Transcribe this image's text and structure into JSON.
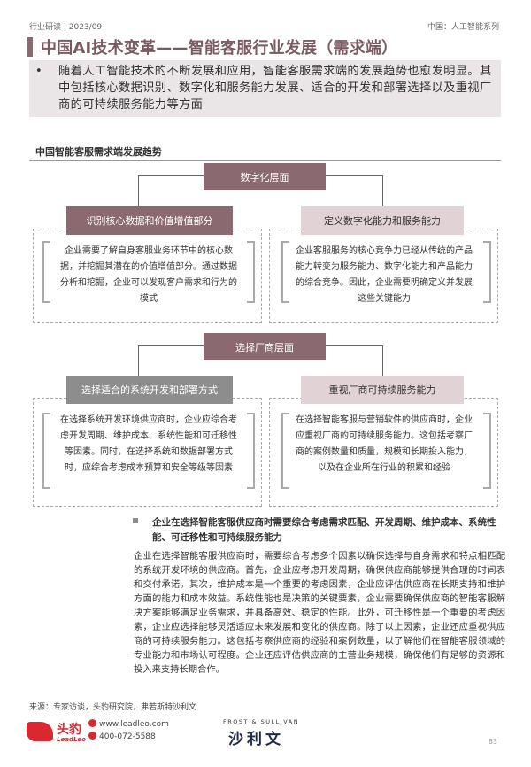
{
  "header": {
    "left": "行业研读 | 2023/09",
    "right": "中国：人工智能系列"
  },
  "title": "中国AI技术变革——智能客服行业发展（需求端）",
  "intro": {
    "bullet": "•",
    "text": "随着人工智能技术的不断发展和应用，智能客服需求端的发展趋势也愈发明显。其中包括核心数据识别、数字化和服务能力发展、适合的开发和部署选择以及重视厂商的可持续服务能力等方面"
  },
  "section_title": "中国智能客服需求端发展趋势",
  "diagram": {
    "group1": {
      "label": "数字化层面",
      "left": {
        "label": "识别核心数据和价值增值部分",
        "text": "企业需要了解自身客服业务环节中的核心数据，并挖掘其潜在的价值增值部分。通过数据分析和挖掘，企业可以发现客户需求和行为的模式"
      },
      "right": {
        "label": "定义数字化能力和服务能力",
        "text": "企业客服服务的核心竞争力已经从传统的产品能力转变为服务能力、数字化能力和产品能力的综合竞争。因此，企业需要明确定义并发展这些关键能力"
      }
    },
    "group2": {
      "label": "选择厂商层面",
      "left": {
        "label": "选择适合的系统开发和部署方式",
        "text": "在选择系统开发环境供应商时，企业应综合考虑开发周期、维护成本、系统性能和可迁移性等因素。同时，在选择系统和数据部署方式时，应综合考虑成本预算和安全等级等因素"
      },
      "right": {
        "label": "重视厂商可持续服务能力",
        "text": "在选择智能客服与营销软件的供应商时，企业应重视厂商的可持续服务能力。这包括考察厂商的案例数量和质量，规模和长期投入能力，以及在企业所在行业的积累和经验"
      }
    }
  },
  "summary": {
    "title": "企业在选择智能客服供应商时需要综合考虑需求匹配、开发周期、维护成本、系统性能、可迁移性和可持续服务能力",
    "body": "企业在选择智能客服供应商时，需要综合考虑多个因素以确保选择与自身需求和特点相匹配的系统开发环境的供应商。首先，企业应考虑开发周期，确保供应商能够提供合理的时间表和交付承诺。其次，维护成本是一个重要的考虑因素，企业应评估供应商在长期支持和维护方面的能力和成本效益。系统性能也是决策的关键要素，企业需要确保供应商的智能客服解决方案能够满足业务需求，并具备高效、稳定的性能。此外，可迁移性是一个重要的考虑因素，企业应选择能够灵活适应未来发展和变化的供应商。除了以上因素，企业还应重视供应商的可持续服务能力。这包括考察供应商的经验和案例数量，以了解他们在智能客服领域的专业能力和市场认可程度。企业还应评估供应商的主营业务规模，确保他们有足够的资源和投入来支持长期合作。"
  },
  "source": "来源：专家访谈，头豹研究院，弗若斯特沙利文",
  "footer": {
    "lead_cn": "头豹",
    "lead_en": "LeadLeo",
    "website": "www.leadleo.com",
    "phone": "400-072-5588",
    "fs_en": "FROST & SULLIVAN",
    "fs_cn": "沙利文",
    "page": "83"
  },
  "colors": {
    "accent": "#8a6a70",
    "accent_light": "#e0d2d5",
    "gray_pill": "#8d8d8d",
    "intro_bg": "#eae6e7",
    "brand_red": "#d9282f"
  }
}
